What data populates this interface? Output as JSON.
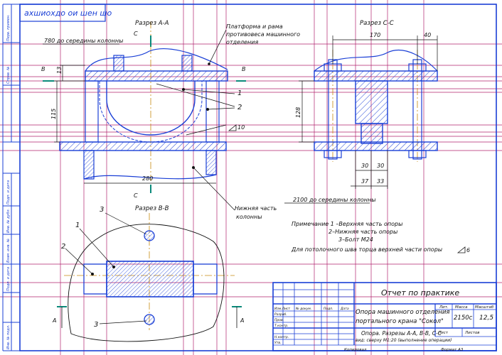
{
  "colors": {
    "outline": "#1a3fd6",
    "hatch": "#1a3fd6",
    "grid": "#b0226e",
    "annot": "#111111",
    "accent": "#0a8a7a",
    "center": "#c88a10"
  },
  "stamp_top": "ахшиохдо ои шен шо",
  "sections": {
    "aa": "Разрез А-А",
    "cc": "Разрез С-С",
    "bb": "Разрез В-В"
  },
  "notes": {
    "platform_line1": "Платформа и рама",
    "platform_line2": "противовеса машинного",
    "platform_line3": "отделения",
    "lower_col1": "Нижняя часть",
    "lower_col2": "колонны",
    "to_center_top": "780 до середины колонны",
    "to_center_bottom": "2100 до середины колонны"
  },
  "dims": {
    "d13": "13",
    "d115": "115",
    "d280": "280",
    "d170": "170",
    "d40": "40",
    "d128": "128",
    "d30a": "30",
    "d30b": "30",
    "d37": "37",
    "d33": "33",
    "weld": "10"
  },
  "callouts": {
    "c1": "1",
    "c2": "2",
    "c3a": "3",
    "c1b": "1",
    "c2b": "2",
    "c3b": "3"
  },
  "section_marks": {
    "b_left": "В",
    "b_right": "В",
    "c_top": "С",
    "c_bot": "С",
    "a_left": "А",
    "a_right": "А"
  },
  "remarks": {
    "line1": "Примечание 1 –Верхняя часть опоры",
    "line2": "2–Нижняя часть опоры",
    "line3": "3–Болт М24",
    "line4": "Для потолочного шва торца верхней части опоры",
    "weld_sym": "6"
  },
  "title_block": {
    "report": "Отчет по практике",
    "name_line1": "Опора машинного отделения",
    "name_line2": "портального крана \"Сокол\"",
    "sheet_line1": "Опора. Разрезы А-А, В-В, С-С",
    "sheet_line2": "вид: сверху М1:20 (выполнение операции)",
    "hdr_lit": "Лит.",
    "hdr_mass": "Масса",
    "hdr_scale": "Масштаб",
    "mass": "2150с",
    "scale": "12,5",
    "sheet": "Лист",
    "sheets": "Листов",
    "row_change": "Изм.Лист",
    "row_doc": "№ докум.",
    "row_sign": "Подп.",
    "row_date": "Дата",
    "role_dev": "Разраб.",
    "role_check": "Пров.",
    "role_tcontrol": "Т.контр.",
    "role_ncontrol": "Н.контр.",
    "role_approve": "Утв.",
    "copied": "Копировал",
    "format": "Формат А3"
  },
  "side_stamps": {
    "s1": "Перв. примен.",
    "s2": "Справ. №",
    "s3": "Подп. и дата",
    "s4": "Инв. № дубл.",
    "s5": "Взам. инв. №",
    "s6": "Подп. и дата",
    "s7": "Инв. № подл."
  }
}
